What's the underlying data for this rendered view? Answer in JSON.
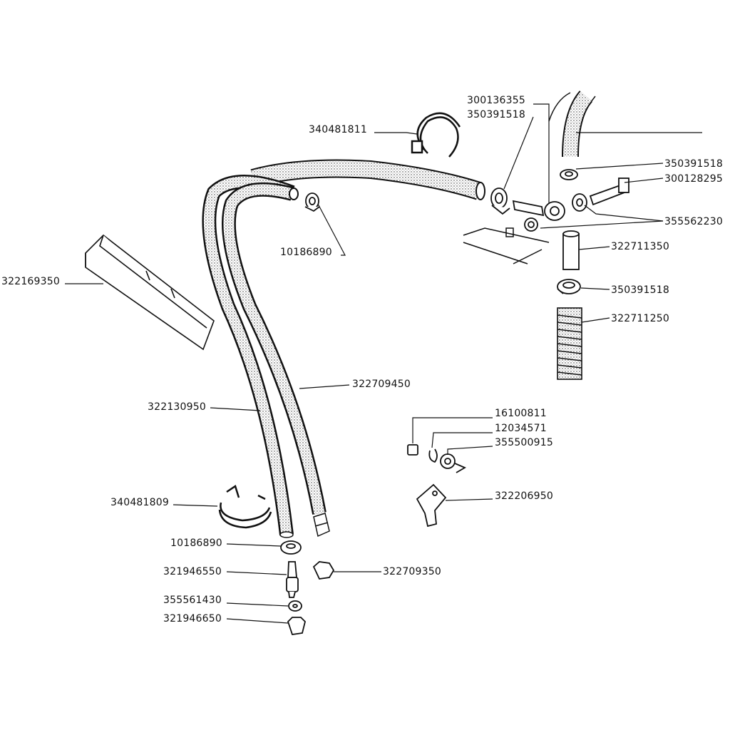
{
  "labels": {
    "p340481811": "340481811",
    "p300136355": "300136355",
    "p350391518_top": "350391518",
    "p350391518_right": "350391518",
    "p300128295": "300128295",
    "p355562230": "355562230",
    "p10186890_top": "10186890",
    "p322711350": "322711350",
    "p322169350": "322169350",
    "p350391518_mid": "350391518",
    "p322711250": "322711250",
    "p322709450": "322709450",
    "p322130950": "322130950",
    "p16100811": "16100811",
    "p12034571": "12034571",
    "p355500915": "355500915",
    "p322206950": "322206950",
    "p340481809": "340481809",
    "p10186890_bottom": "10186890",
    "p321946550": "321946550",
    "p322709350": "322709350",
    "p355561430": "355561430",
    "p321946650": "321946650"
  },
  "colors": {
    "line": "#111111",
    "hose_fill": "#d6d6d6",
    "paper": "#ffffff"
  }
}
